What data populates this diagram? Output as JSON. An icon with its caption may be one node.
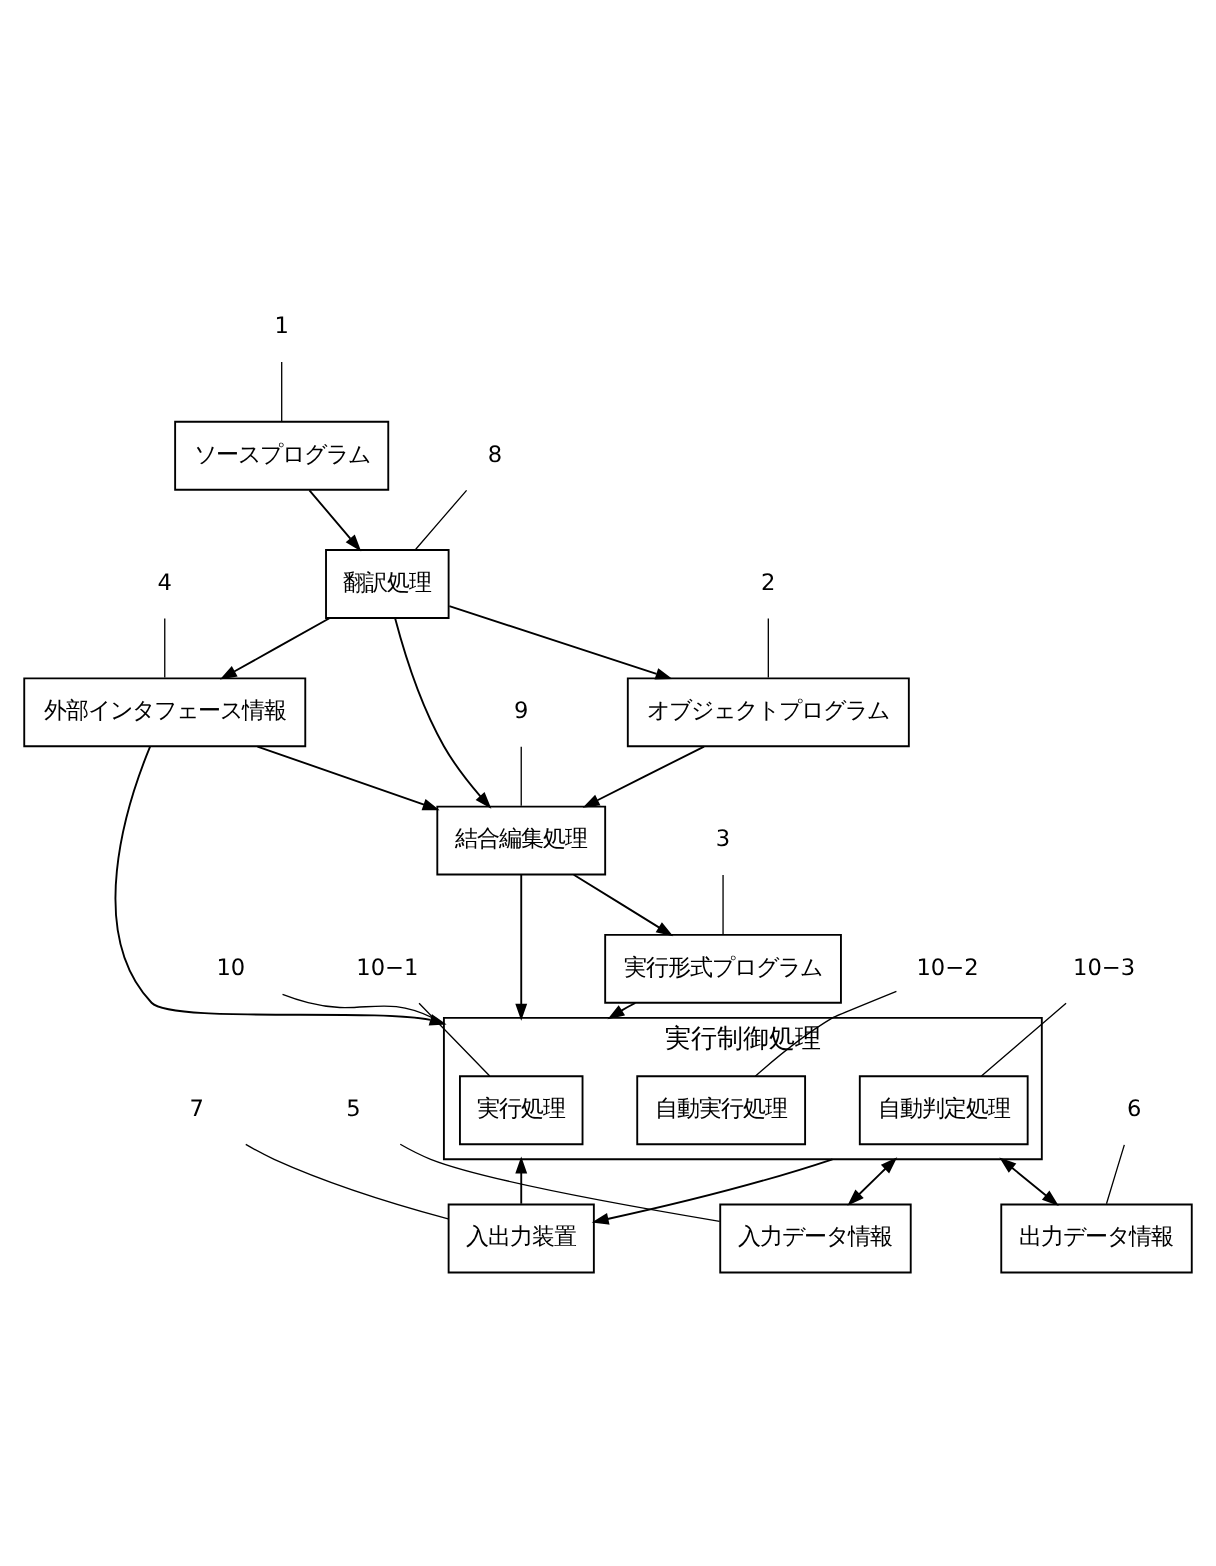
{
  "diagram": {
    "nodes": [
      {
        "text": [
          "1"
        ]
      },
      {
        "text": [
          "ソースプログラム"
        ]
      },
      {
        "text": [
          "8"
        ]
      },
      {
        "text": [
          "翻訳処理"
        ]
      },
      {
        "text": [
          "オブジェクトプログラム"
        ]
      },
      {
        "text": [
          "2"
        ]
      },
      {
        "text": [
          "9"
        ]
      },
      {
        "text": [
          "4"
        ]
      },
      {
        "text": [
          "結合編集処理"
        ]
      },
      {
        "text": [
          "3"
        ]
      },
      {
        "text": [
          "外部インタフェース情報"
        ]
      },
      {
        "text": [
          "実行形式プログラム"
        ]
      },
      {
        "text": [
          "10"
        ]
      },
      {
        "text": [
          "実行制御処理"
        ]
      },
      {
        "text": [
          "10−1"
        ]
      },
      {
        "text": [
          "実行処理"
        ],
        "in": 13
      },
      {
        "text": [
          "10−2"
        ]
      },
      {
        "text": [
          "自動実行処理"
        ],
        "in": 13
      },
      {
        "text": [
          "10−3"
        ]
      },
      {
        "text": [
          "自動判定処理"
        ],
        "in": 13
      },
      {
        "text": [
          "5"
        ]
      },
      {
        "text": [
          "入力データ情報"
        ]
      },
      {
        "text": [
          "7"
        ]
      },
      {
        "text": [
          "入出力装置"
        ]
      },
      {
        "text": [
          "6"
        ]
      },
      {
        "text": [
          "出力データ情報"
        ]
      }
    ],
    "edges": [
      {
        "from": 1,
        "to": 3,
        "arrow": "to"
      },
      {
        "from": 3,
        "to": 4,
        "arrow": "to"
      },
      {
        "from": 3,
        "to": 8,
        "arrow": "to"
      },
      {
        "from": 3,
        "to": 10,
        "arrow": "to"
      },
      {
        "from": 4,
        "to": 8,
        "arrow": "to"
      },
      {
        "from": 10,
        "to": 8,
        "arrow": "to"
      },
      {
        "from": 8,
        "to": 11,
        "arrow": "to"
      },
      {
        "from": 11,
        "to": 13,
        "arrow": "to"
      },
      {
        "from": 8,
        "to": 13,
        "arrow": "to"
      },
      {
        "from": 10,
        "to": 13,
        "arrow": "to"
      },
      {
        "from": 13,
        "to": 21,
        "arrow": "both"
      },
      {
        "from": 13,
        "to": 25,
        "arrow": "both"
      },
      {
        "from": 13,
        "to": 23,
        "arrow": "to"
      },
      {
        "from": 23,
        "to": 13,
        "arrow": "to"
      },
      {
        "from": 0,
        "to": 1,
        "arrow": "none"
      },
      {
        "from": 2,
        "to": 3,
        "arrow": "none"
      },
      {
        "from": 5,
        "to": 4,
        "arrow": "none"
      },
      {
        "from": 6,
        "to": 8,
        "arrow": "none"
      },
      {
        "from": 7,
        "to": 10,
        "arrow": "none"
      },
      {
        "from": 9,
        "to": 11,
        "arrow": "none"
      },
      {
        "from": 12,
        "to": 13,
        "arrow": "none"
      },
      {
        "from": 14,
        "to": 15,
        "arrow": "none"
      },
      {
        "from": 16,
        "to": 17,
        "arrow": "none"
      },
      {
        "from": 18,
        "to": 19,
        "arrow": "none"
      },
      {
        "from": 20,
        "to": 21,
        "arrow": "none"
      },
      {
        "from": 22,
        "to": 23,
        "arrow": "none"
      },
      {
        "from": 24,
        "to": 25,
        "arrow": "none"
      }
    ]
  }
}
